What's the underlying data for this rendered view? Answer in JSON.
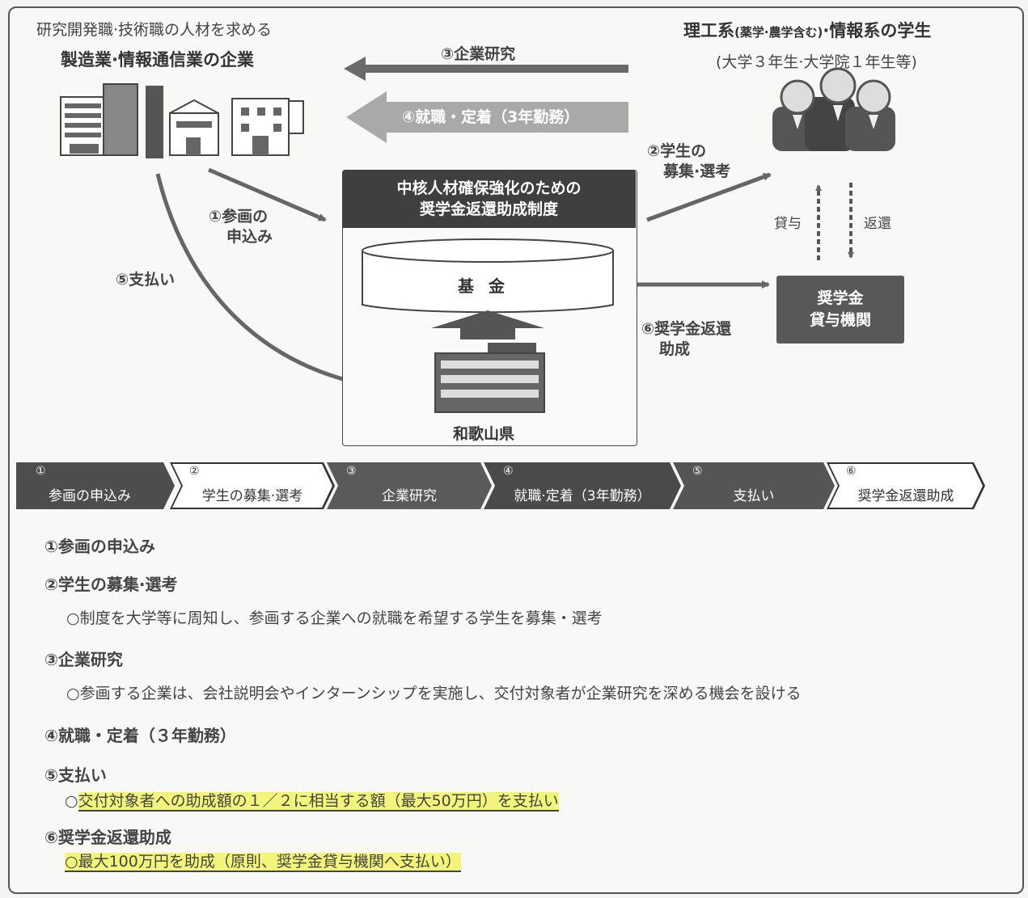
{
  "header": {
    "left_subtitle": "研究開発職·技術職の人材を求める",
    "left_title": "製造業·情報通信業の企業",
    "right_title_a": "理工系",
    "right_title_small": "(薬学·農学含む)",
    "right_title_b": "·情報系の学生",
    "right_subtitle": "(大学３年生·大学院１年生等)"
  },
  "system": {
    "title_line1": "中核人材確保強化のための",
    "title_line2": "奨学金返還助成制度",
    "fund": "基金",
    "prefecture": "和歌山県"
  },
  "org": {
    "line1": "奨学金",
    "line2": "貸与機関"
  },
  "flows": {
    "f1_line1": "①参画の",
    "f1_line2": "申込み",
    "f2_line1": "②学生の",
    "f2_line2": "募集·選考",
    "f3": "③企業研究",
    "f4": "④就職・定着（3年勤務）",
    "f5": "⑤支払い",
    "f6_line1": "⑥奨学金返還",
    "f6_line2": "助成",
    "loan": "貸与",
    "repay": "返還"
  },
  "steps": [
    {
      "num": "①",
      "label": "参画の申込み"
    },
    {
      "num": "②",
      "label": "学生の募集·選考"
    },
    {
      "num": "③",
      "label": "企業研究"
    },
    {
      "num": "④",
      "label": "就職·定着（3年勤務）"
    },
    {
      "num": "⑤",
      "label": "支払い"
    },
    {
      "num": "⑥",
      "label": "奨学金返還助成"
    }
  ],
  "explanations": {
    "e1_title": "①参画の申込み",
    "e2_title": "②学生の募集·選考",
    "e2_body": "○制度を大学等に周知し、参画する企業への就職を希望する学生を募集・選考",
    "e3_title": "③企業研究",
    "e3_body": "○参画する企業は、会社説明会やインターンシップを実施し、交付対象者が企業研究を深める機会を設ける",
    "e4_title": "④就職・定着（３年勤務）",
    "e5_title": "⑤支払い",
    "e5_body_prefix": "○",
    "e5_body": "交付対象者への助成額の１／２に相当する額（最大50万円）を支払い",
    "e6_title": "⑥奨学金返還助成",
    "e6_body": "○最大100万円を助成（原則、奨学金貸与機関へ支払い）"
  },
  "colors": {
    "dark": "#3f3f3f",
    "mid": "#5a5a5a",
    "arrow": "#6a6a6a",
    "light_arrow": "#a9a9a9",
    "highlight": "#f2f57a"
  }
}
